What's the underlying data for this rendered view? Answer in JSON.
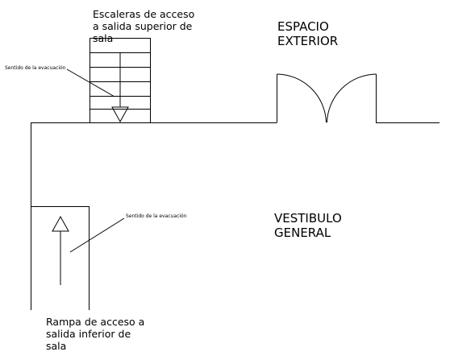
{
  "labels": {
    "stairs_access": "Escaleras de acceso\na salida superior de\nsala",
    "ramp_access": "Rampa de acceso a\nsalida inferior de\nsala",
    "exterior_space": "ESPACIO\nEXTERIOR",
    "general_vestibule": "VESTIBULO\nGENERAL",
    "evacuation_direction_stairs": "Sentido de la evacuación",
    "evacuation_direction_ramp": "Sentido de la evacuación"
  },
  "colors": {
    "line": "#000000",
    "background": "#ffffff"
  },
  "stairs": {
    "step_count": 5
  },
  "door": {
    "leaf_count": 2
  }
}
